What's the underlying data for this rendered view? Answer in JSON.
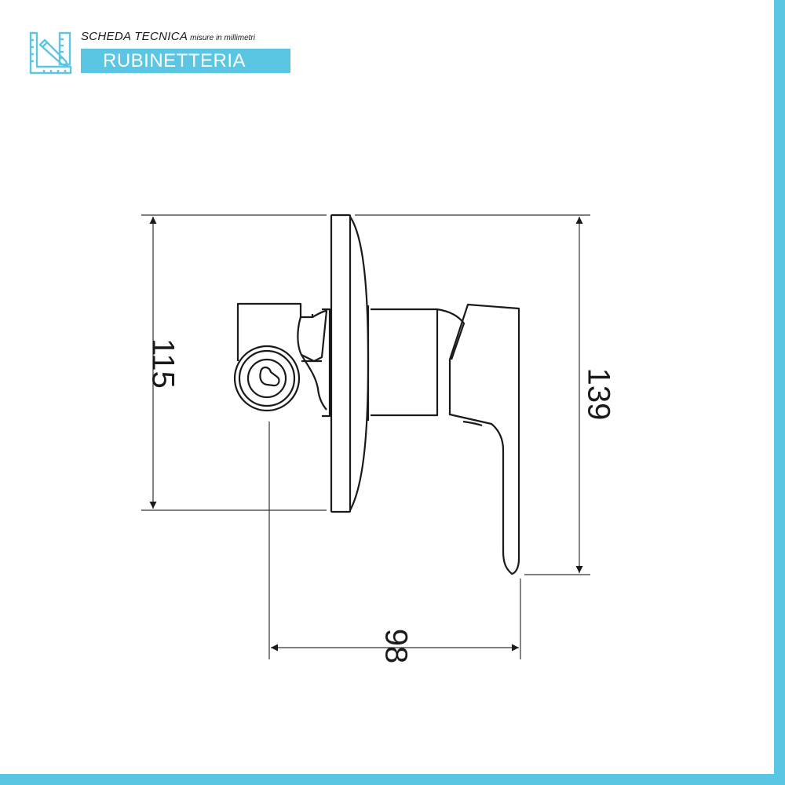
{
  "colors": {
    "accent": "#5bc6e4",
    "line": "#1a1a1a",
    "dimension": "#333333"
  },
  "header": {
    "icon": "ruler-pencil-icon",
    "title": "SCHEDA TECNICA",
    "subtitle": "misure in millimetri",
    "category": "RUBINETTERIA"
  },
  "dimensions": {
    "wall_plate_height": "115",
    "total_height": "139",
    "depth": "98"
  }
}
